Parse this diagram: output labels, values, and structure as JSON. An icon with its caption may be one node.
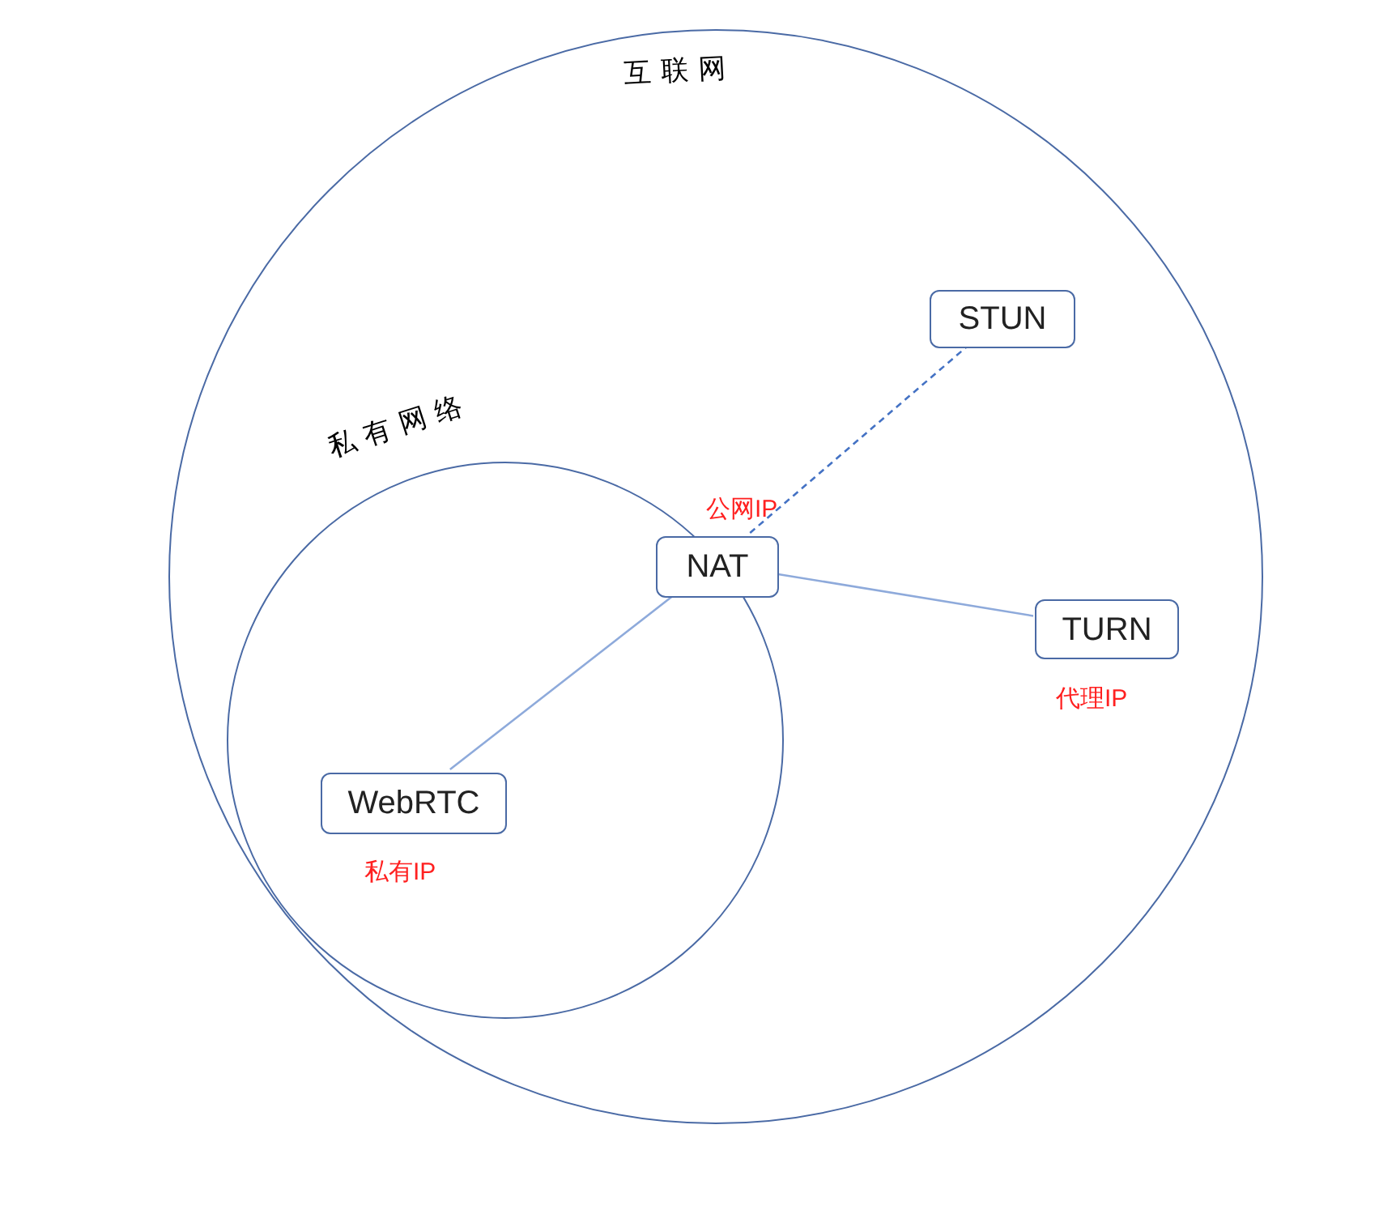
{
  "diagram": {
    "nodes": [
      {
        "text": [
          "互联网"
        ]
      },
      {
        "text": [
          "私有网络"
        ],
        "in": 0
      },
      {
        "text": [
          "NAT"
        ],
        "in": 1,
        "beside": [
          "公网IP"
        ]
      },
      {
        "text": [
          "STUN"
        ],
        "in": 0
      },
      {
        "text": [
          "TURN"
        ],
        "in": 0,
        "beside": [
          "代理IP"
        ]
      },
      {
        "text": [
          "WebRTC"
        ],
        "in": 1,
        "beside": [
          "私有IP"
        ]
      }
    ],
    "edges": [
      {
        "from": 5,
        "to": 2,
        "arrow": "none"
      },
      {
        "from": 2,
        "to": 3,
        "arrow": "none",
        "style": "dashed",
        "color": "#4472c4"
      },
      {
        "from": 2,
        "to": 4,
        "arrow": "none"
      }
    ]
  }
}
